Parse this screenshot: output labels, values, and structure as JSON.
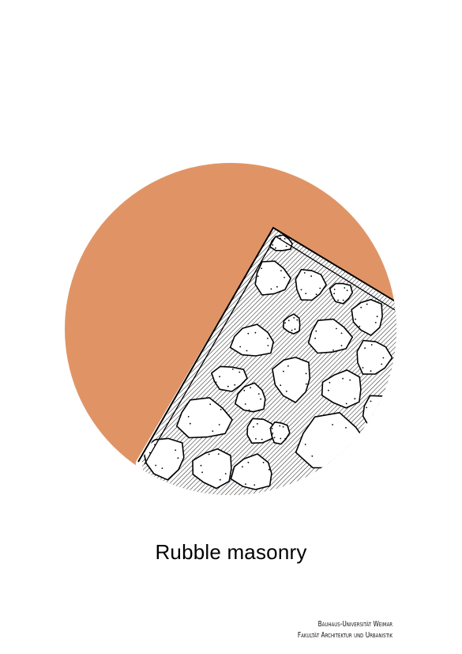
{
  "poster": {
    "title": "Rubble masonry",
    "credits": {
      "line1": "Bauhaus-Universität Weimar",
      "line2": "Fakultät Architektur und Urbanistik"
    }
  },
  "illustration": {
    "subject": "rubble-masonry-wall",
    "circle_color": "#E09465",
    "stone_fill": "#ffffff",
    "line_color": "#000000"
  }
}
